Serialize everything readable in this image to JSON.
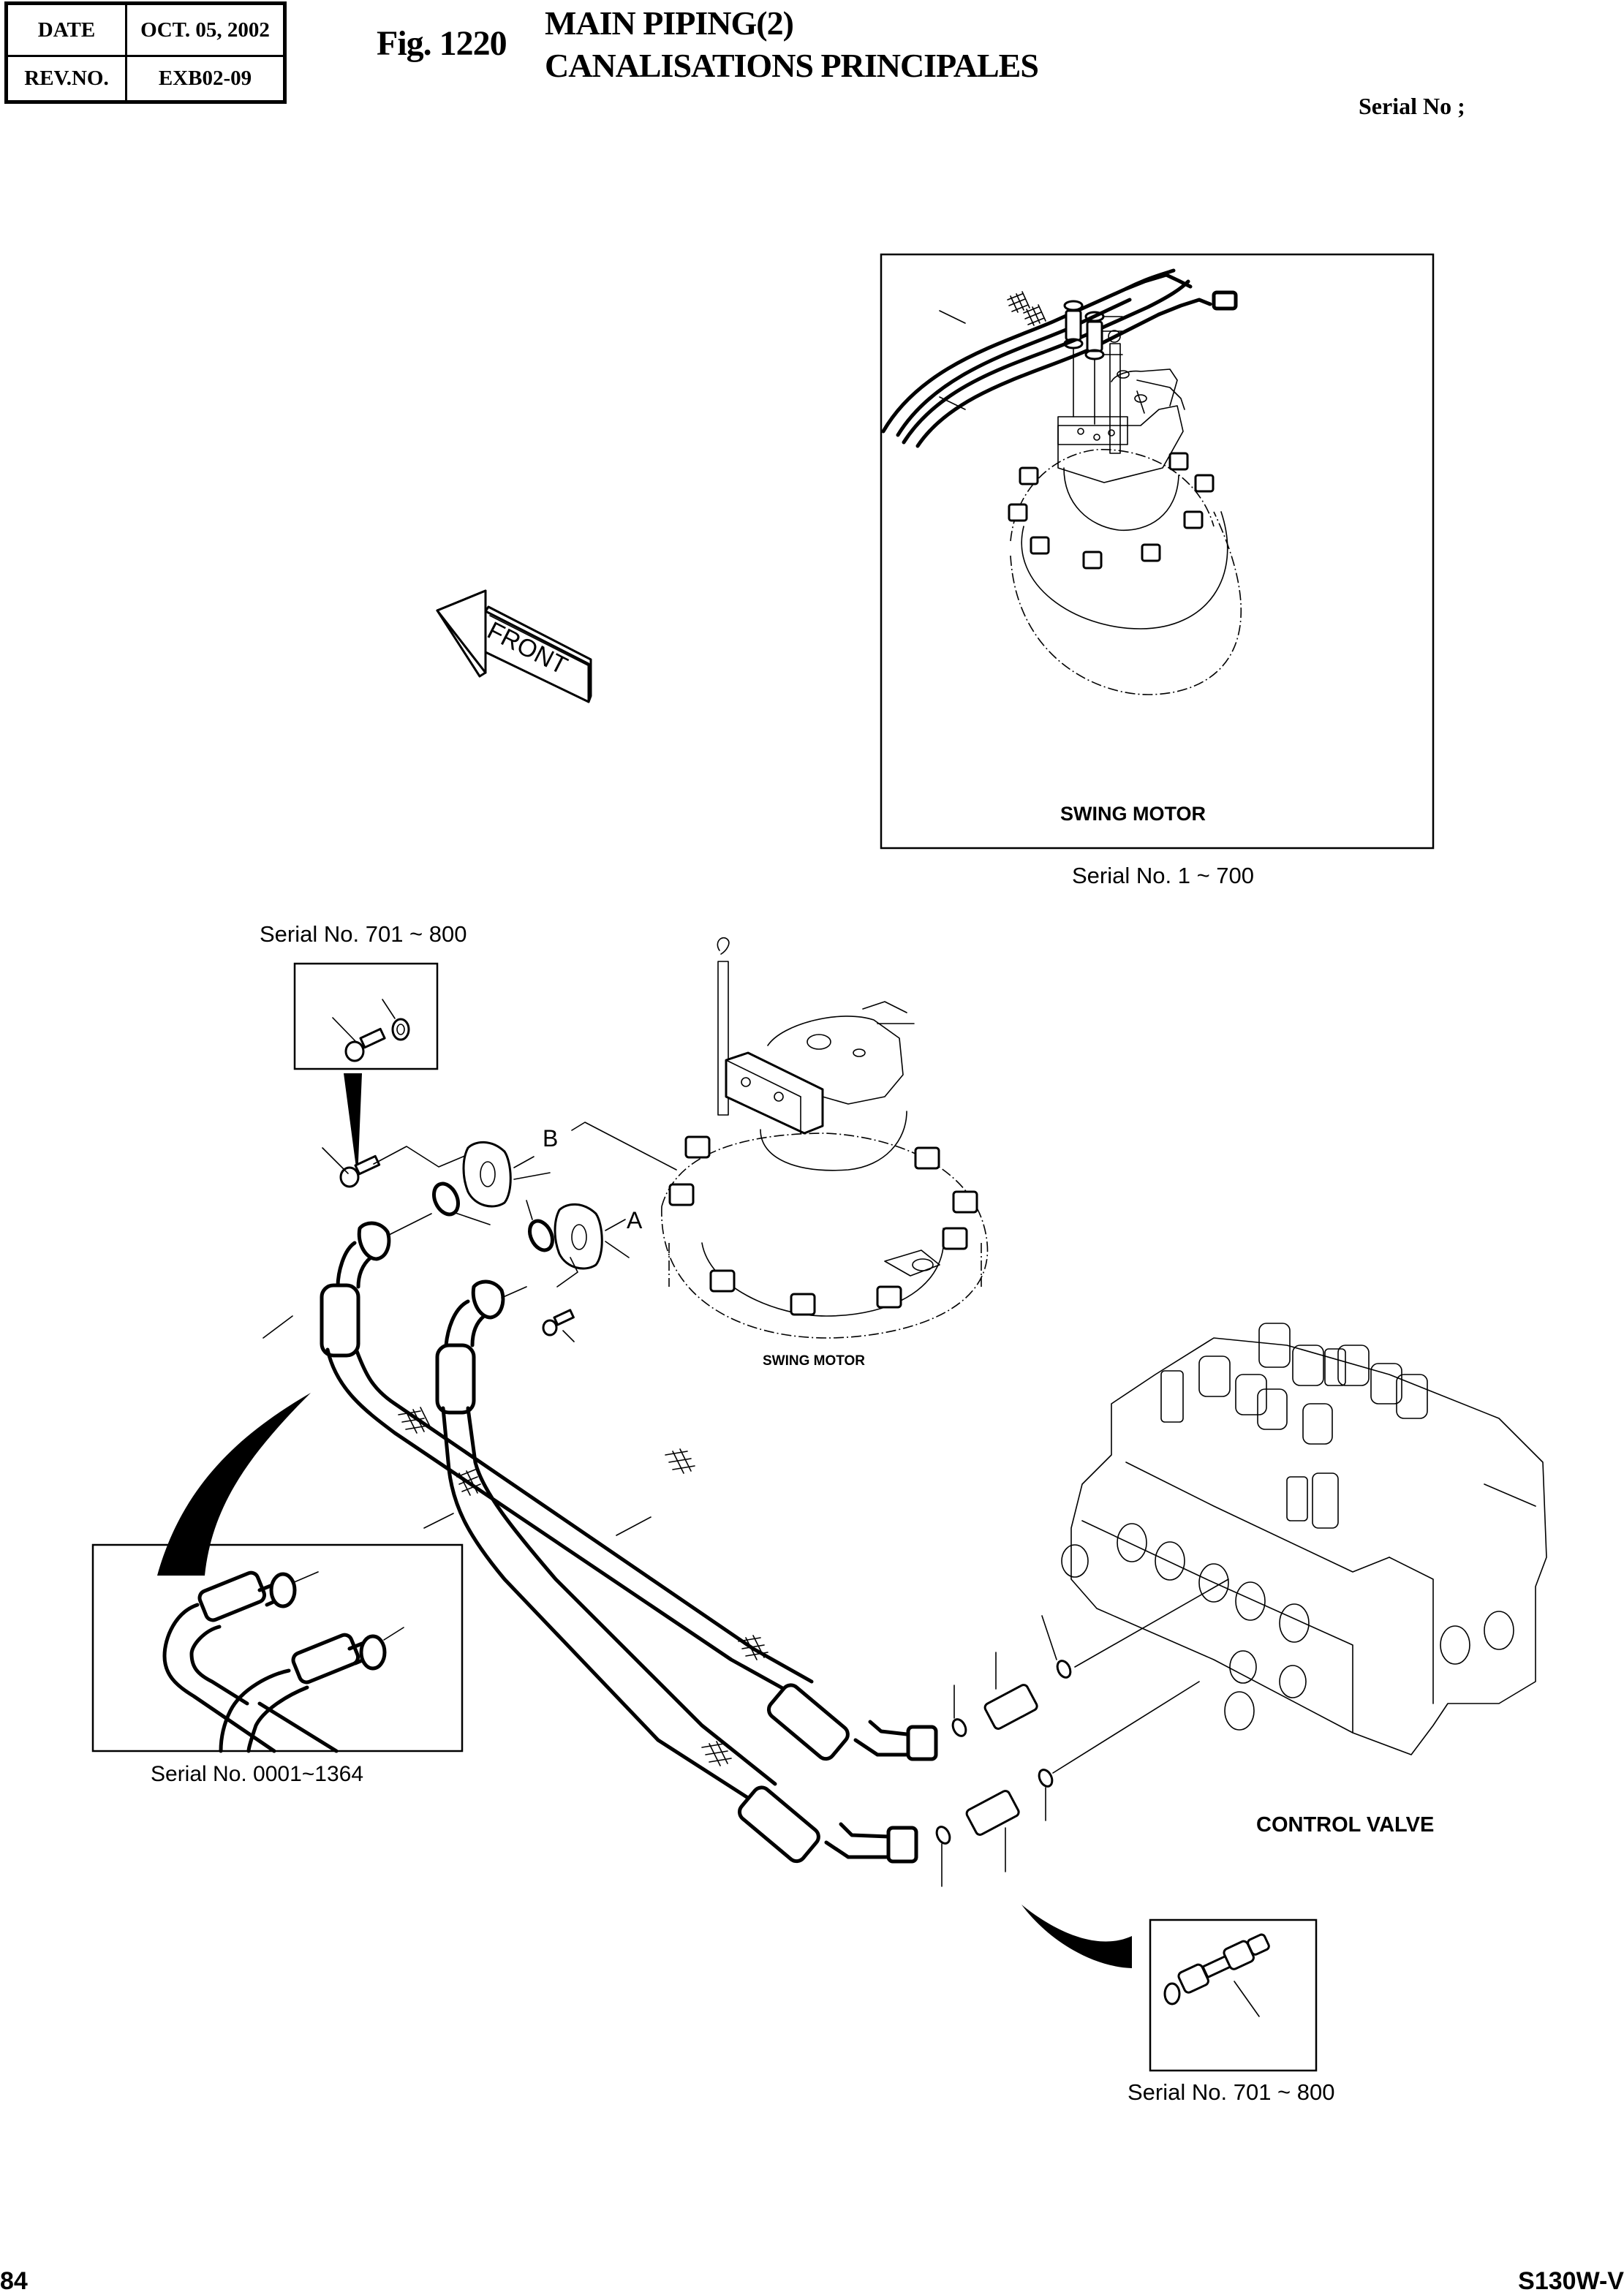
{
  "header": {
    "date_label": "DATE",
    "date_value": "OCT. 05, 2002",
    "rev_label": "REV.NO.",
    "rev_value": "EXB02-09",
    "figure": "Fig. 1220",
    "title_en": "MAIN PIPING(2)",
    "title_fr": "CANALISATIONS PRINCIPALES",
    "serial_label": "Serial No ;"
  },
  "diagram": {
    "front_arrow": "FRONT",
    "top_inset": {
      "component": "SWING MOTOR",
      "serial": "Serial No. 1 ~ 700"
    },
    "bolt_inset": {
      "serial": "Serial No. 701 ~ 800"
    },
    "main_swing_motor": {
      "component": "SWING MOTOR",
      "port_b": "B",
      "port_a": "A"
    },
    "control_valve": {
      "component": "CONTROL VALVE"
    },
    "pipe_inset": {
      "serial": "Serial No. 0001~1364"
    },
    "adapter_inset": {
      "serial": "Serial No. 701 ~ 800"
    }
  },
  "footer": {
    "page_number": "84",
    "model": "S130W-V"
  }
}
